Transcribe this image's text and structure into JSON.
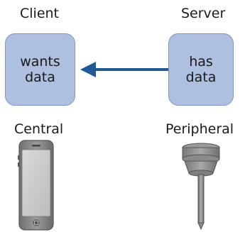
{
  "diagram": {
    "client_label": "Client",
    "server_label": "Server",
    "central_label": "Central",
    "peripheral_label": "Peripheral",
    "client_box": {
      "line1": "wants",
      "line2": "data"
    },
    "server_box": {
      "line1": "has",
      "line2": "data"
    },
    "arrow": {
      "from": "Server",
      "to": "Client"
    },
    "icons": {
      "central": "smartphone-icon",
      "peripheral": "sensor-probe-icon"
    },
    "colors": {
      "box_fill": "#aebfdf",
      "box_border": "#7e96c6",
      "arrow": "#1f5a94",
      "device_gray": "#8a8a8a"
    }
  }
}
